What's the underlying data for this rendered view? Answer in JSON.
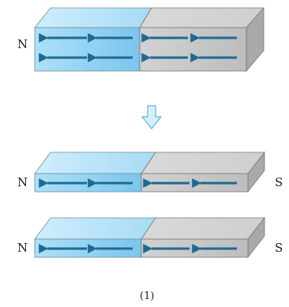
{
  "figure": {
    "top_magnet": {
      "left_pole": "N",
      "right_pole": ""
    },
    "middle_magnet": {
      "left_pole": "N",
      "right_pole": "S"
    },
    "bottom_magnet": {
      "left_pole": "N",
      "right_pole": "S"
    },
    "caption": "(1)"
  },
  "colors": {
    "north_face": "#a9ddf6",
    "south_face": "#c8c8c8",
    "arrow": "#1f6a92",
    "down_arrow": "#9fd3f1"
  }
}
